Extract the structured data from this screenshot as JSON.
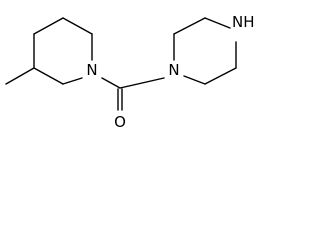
{
  "structure": {
    "atoms": {
      "n_piperidine": "N",
      "n_piperazine_amide": "N",
      "o_carbonyl": "O",
      "nh_piperazine": "NH"
    },
    "colors": {
      "bonds": "#000000",
      "labels": "#000000",
      "background": "#ffffff"
    }
  }
}
